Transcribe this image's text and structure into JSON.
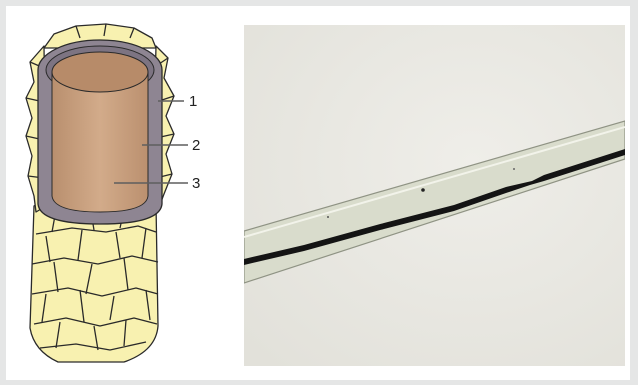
{
  "figure": {
    "labels": [
      {
        "text": "1",
        "part": "cuticle"
      },
      {
        "text": "2",
        "part": "cortex"
      },
      {
        "text": "3",
        "part": "medulla"
      }
    ]
  },
  "colors": {
    "frame": "#e5e6e6",
    "panel": "#ffffff",
    "cuticle": "#f8f1b0",
    "cuticle_outline": "#2a2a2a",
    "cortex": "#8e8592",
    "medulla": "#c9a07e",
    "medulla_top": "#b78b69",
    "photo_background": "#ecebe5",
    "hair_shaft": "#d9dccc",
    "hair_medulla": "#141414"
  }
}
